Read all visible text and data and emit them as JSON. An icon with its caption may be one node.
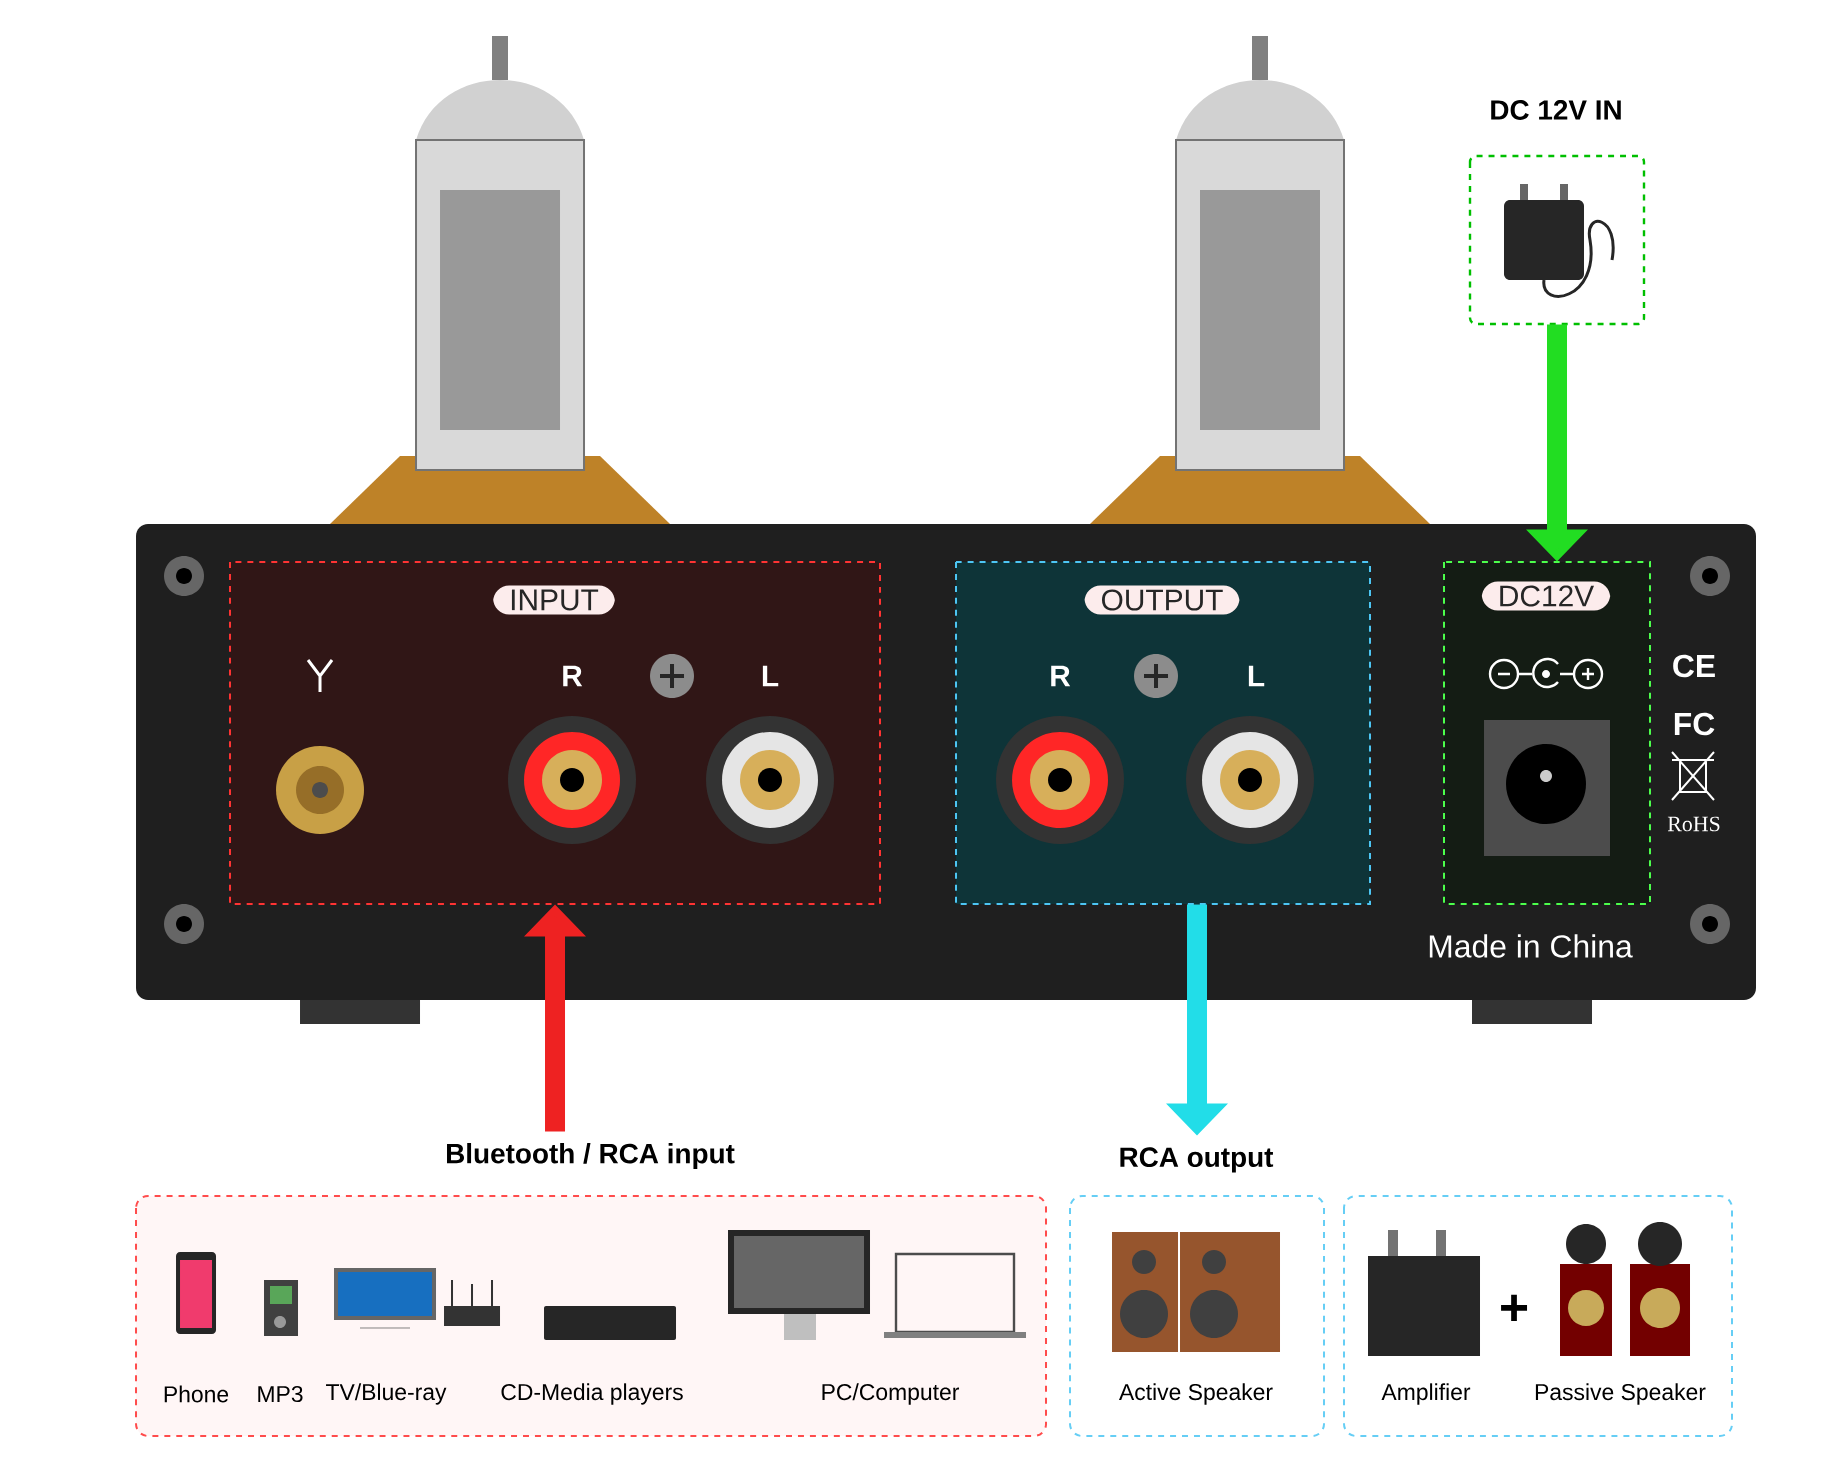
{
  "diagram": {
    "nodes": [
      {
        "text": [
          "DC 12V IN"
        ]
      },
      {
        "text": [],
        "shape": "box"
      },
      {
        "text": [
          "INPUT",
          "R",
          "L"
        ],
        "in": 1
      },
      {
        "text": [
          "OUTPUT",
          "R",
          "L"
        ],
        "in": 1
      },
      {
        "text": [
          "DC12V"
        ],
        "in": 1
      },
      {
        "text": [
          "Bluetooth / RCA input",
          "Phone",
          "MP3",
          "TV/Blue-ray",
          "CD-Media players",
          "PC/Computer"
        ]
      },
      {
        "text": [
          "RCA output",
          "Active Speaker"
        ]
      },
      {
        "text": [
          "Amplifier",
          "+",
          "Passive Speaker"
        ]
      }
    ],
    "edges": [
      {
        "from": 0,
        "to": 4,
        "arrow": "to",
        "color": "#22dd22"
      },
      {
        "from": 5,
        "to": 2,
        "arrow": "to",
        "color": "#ee2222"
      },
      {
        "from": 3,
        "to": 6,
        "arrow": "to",
        "color": "#22dde8"
      }
    ],
    "labels": [
      "CE",
      "FC",
      "RoHS",
      "Made in China"
    ]
  }
}
